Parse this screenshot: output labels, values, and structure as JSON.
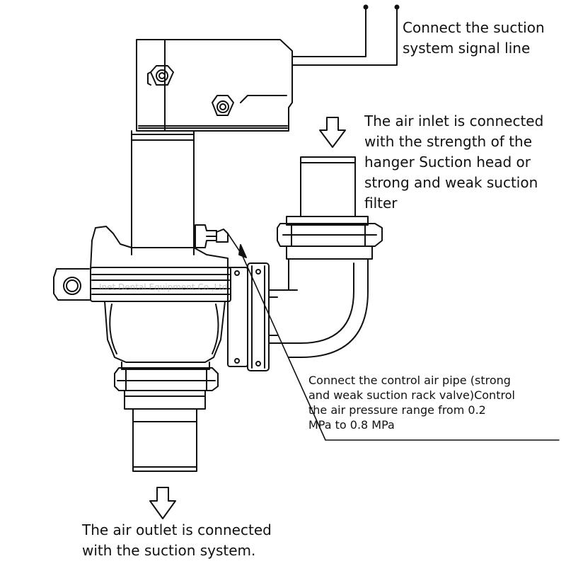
{
  "labels": {
    "signal_line": "Connect the suction\nsystem signal line",
    "air_inlet": "The air inlet is connected\nwith the strength of the\nhanger Suction head or\nstrong and weak suction\nfilter",
    "control_air": "Connect the control air pipe (strong\nand weak suction rack valve)Control\n the air pressure range from 0.2\n    MPa to 0.8 MPa",
    "air_outlet": "The air outlet is connected\nwith the suction system."
  },
  "watermark": "Inet Dental Equipment Co.,Ltd",
  "colors": {
    "ink": "#111111",
    "background": "#ffffff"
  }
}
